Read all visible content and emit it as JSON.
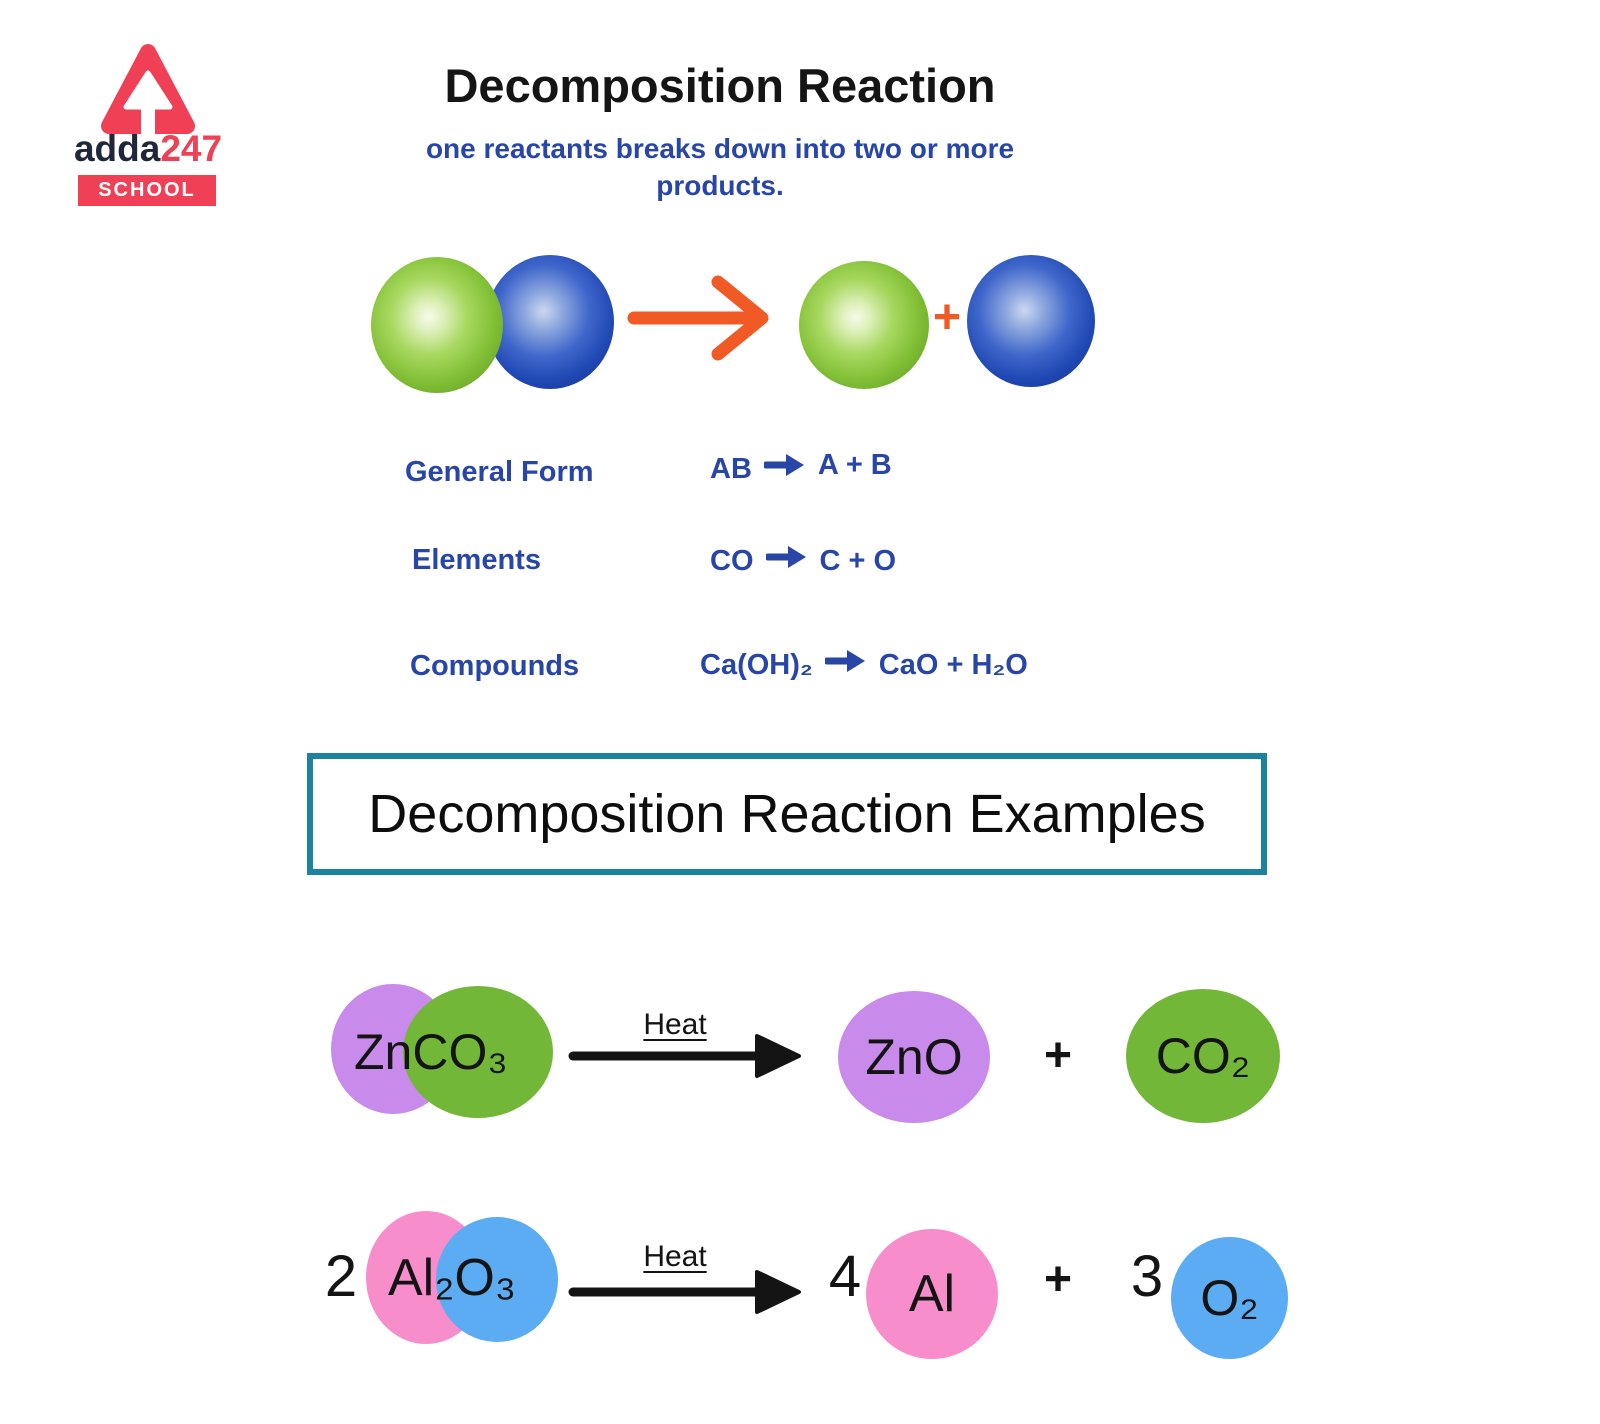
{
  "logo": {
    "brand_dark": "adda",
    "brand_accent": "247",
    "school_label": "SCHOOL"
  },
  "header": {
    "title": "Decomposition Reaction",
    "subtitle_line1": "one reactants breaks down into two or more",
    "subtitle_line2": "products."
  },
  "diagram": {
    "plus": "+"
  },
  "general_forms": {
    "rows": [
      {
        "label": "General Form",
        "lhs": "AB",
        "rhs": "A + B"
      },
      {
        "label": "Elements",
        "lhs": "CO",
        "rhs": "C + O"
      },
      {
        "label": "Compounds",
        "lhs": "Ca(OH)₂",
        "rhs": "CaO + H₂O"
      }
    ]
  },
  "examples": {
    "box_title": "Decomposition Reaction Examples",
    "row1": {
      "reactant": "ZnCO₃",
      "heat_label": "Heat",
      "product1": "ZnO",
      "plus": "+",
      "product2": "CO₂"
    },
    "row2": {
      "coeff_reactant": "2",
      "reactant": "Al₂O₃",
      "heat_label": "Heat",
      "coeff_product1": "4",
      "product1": "Al",
      "plus": "+",
      "coeff_product2": "3",
      "product2": "O₂"
    }
  },
  "colors": {
    "brand_red": "#ef4056",
    "brand_navy": "#21273b",
    "formula_blue": "#2746a8",
    "orange": "#f15a24",
    "teal_border": "#1d81a0",
    "purple": "#c88aeb",
    "green": "#73b738",
    "pink": "#f88dcb",
    "sky_blue": "#5bacf2"
  }
}
